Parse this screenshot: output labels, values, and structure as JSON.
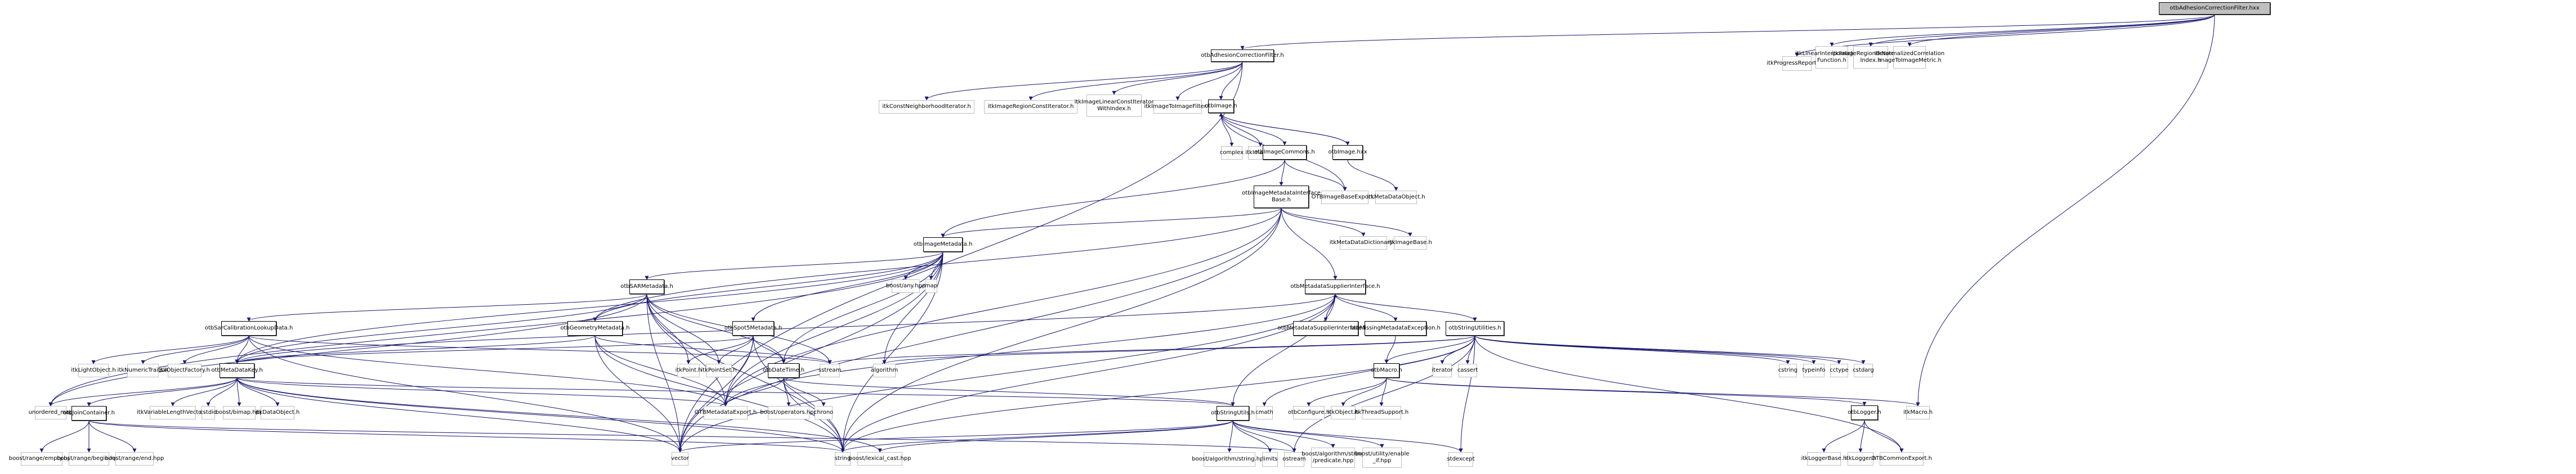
{
  "title": "otbAdhesionCorrectionFilter.hxx include dependency graph",
  "colors": {
    "edge": "#191970",
    "root_fill": "#bfbfbf",
    "internal_border": "#000000",
    "external_border": "#bfbfbf"
  },
  "nodes": [
    {
      "id": "root",
      "label": "otbAdhesionCorrectionFilter.hxx",
      "kind": "root"
    },
    {
      "id": "acf_h",
      "label": "otbAdhesionCorrectionFilter.h",
      "kind": "int"
    },
    {
      "id": "progress",
      "label": "itkProgressReporter.h",
      "kind": "ext"
    },
    {
      "id": "linint",
      "label": "itkLinearInterpolateImage\nFunction.h",
      "kind": "ext"
    },
    {
      "id": "regiter",
      "label": "itkImageRegionIteratorWith\nIndex.h",
      "kind": "ext"
    },
    {
      "id": "normcorr",
      "label": "itkNormalizedCorrelation\nImageToImageMetric.h",
      "kind": "ext"
    },
    {
      "id": "constneigh",
      "label": "itkConstNeighborhoodIterator.h",
      "kind": "ext"
    },
    {
      "id": "regconst",
      "label": "itkImageRegionConstIterator.h",
      "kind": "ext"
    },
    {
      "id": "linconst",
      "label": "itkImageLinearConstIterator\nWithIndex.h",
      "kind": "ext"
    },
    {
      "id": "img2img",
      "label": "itkImageToImageFilter.h",
      "kind": "ext"
    },
    {
      "id": "otbimage",
      "label": "otbImage.h",
      "kind": "int"
    },
    {
      "id": "complex",
      "label": "complex",
      "kind": "ext"
    },
    {
      "id": "itkimage",
      "label": "itkImage.h",
      "kind": "ext"
    },
    {
      "id": "imgcommons",
      "label": "otbImageCommons.h",
      "kind": "int"
    },
    {
      "id": "otbimagehxx",
      "label": "otbImage.hxx",
      "kind": "int"
    },
    {
      "id": "imdib",
      "label": "otbImageMetadataInterface\nBase.h",
      "kind": "int"
    },
    {
      "id": "imgbaseexp",
      "label": "OTBImageBaseExport.h",
      "kind": "ext"
    },
    {
      "id": "mdobject",
      "label": "itkMetaDataObject.h",
      "kind": "ext"
    },
    {
      "id": "mddict",
      "label": "itkMetaDataDictionary.h",
      "kind": "ext"
    },
    {
      "id": "imgbase",
      "label": "itkImageBase.h",
      "kind": "ext"
    },
    {
      "id": "imgmeta",
      "label": "otbImageMetadata.h",
      "kind": "int"
    },
    {
      "id": "boostany",
      "label": "boost/any.hpp",
      "kind": "ext"
    },
    {
      "id": "map",
      "label": "map",
      "kind": "ext"
    },
    {
      "id": "sarmeta",
      "label": "otbSARMetadata.h",
      "kind": "int"
    },
    {
      "id": "mdsupp",
      "label": "otbMetadataSupplierInterface.h",
      "kind": "int"
    },
    {
      "id": "sarcal",
      "label": "otbSarCalibrationLookupData.h",
      "kind": "int"
    },
    {
      "id": "geommeta",
      "label": "otbGeometryMetadata.h",
      "kind": "int"
    },
    {
      "id": "spot5",
      "label": "otbSpot5Metadata.h",
      "kind": "int"
    },
    {
      "id": "mdsupphxx",
      "label": "otbMetadataSupplierInterface.hxx",
      "kind": "int"
    },
    {
      "id": "missing",
      "label": "otbMissingMetadataException.h",
      "kind": "int"
    },
    {
      "id": "strutilities",
      "label": "otbStringUtilities.h",
      "kind": "int"
    },
    {
      "id": "lightobj",
      "label": "itkLightObject.h",
      "kind": "ext"
    },
    {
      "id": "numtraits",
      "label": "itkNumericTraits.h",
      "kind": "ext"
    },
    {
      "id": "objfactory",
      "label": "itkObjectFactory.h",
      "kind": "ext"
    },
    {
      "id": "mdkey",
      "label": "otbMetaDataKey.h",
      "kind": "int"
    },
    {
      "id": "itkpoint",
      "label": "itkPoint.h",
      "kind": "ext"
    },
    {
      "id": "itkpointset",
      "label": "itkPointSet.h",
      "kind": "ext"
    },
    {
      "id": "datetime",
      "label": "otbDateTime.h",
      "kind": "int"
    },
    {
      "id": "sstream",
      "label": "sstream",
      "kind": "ext"
    },
    {
      "id": "algorithm",
      "label": "algorithm",
      "kind": "ext"
    },
    {
      "id": "otbmacro",
      "label": "otbMacro.h",
      "kind": "int"
    },
    {
      "id": "iterator",
      "label": "iterator",
      "kind": "ext"
    },
    {
      "id": "cassert",
      "label": "cassert",
      "kind": "ext"
    },
    {
      "id": "cstring",
      "label": "cstring",
      "kind": "ext"
    },
    {
      "id": "typeinfo",
      "label": "typeinfo",
      "kind": "ext"
    },
    {
      "id": "cctype",
      "label": "cctype",
      "kind": "ext"
    },
    {
      "id": "cstdarg",
      "label": "cstdarg",
      "kind": "ext"
    },
    {
      "id": "unordmap",
      "label": "unordered_map",
      "kind": "ext"
    },
    {
      "id": "joincont",
      "label": "otbJoinContainer.h",
      "kind": "int"
    },
    {
      "id": "varlen",
      "label": "itkVariableLengthVector.h",
      "kind": "ext"
    },
    {
      "id": "cstdio",
      "label": "cstdio",
      "kind": "ext"
    },
    {
      "id": "bimap",
      "label": "boost/bimap.hpp",
      "kind": "ext"
    },
    {
      "id": "dataobj",
      "label": "itkDataObject.h",
      "kind": "ext"
    },
    {
      "id": "mdexport",
      "label": "OTBMetadataExport.h",
      "kind": "ext"
    },
    {
      "id": "boostops",
      "label": "boost/operators.hpp",
      "kind": "ext"
    },
    {
      "id": "chrono",
      "label": "chrono",
      "kind": "ext"
    },
    {
      "id": "strutils",
      "label": "otbStringUtils.h",
      "kind": "int"
    },
    {
      "id": "cmath",
      "label": "cmath",
      "kind": "ext"
    },
    {
      "id": "otbconfig",
      "label": "otbConfigure.h",
      "kind": "ext"
    },
    {
      "id": "itkobject",
      "label": "itkObject.h",
      "kind": "ext"
    },
    {
      "id": "threadsupp",
      "label": "itkThreadSupport.h",
      "kind": "ext"
    },
    {
      "id": "otblogger",
      "label": "otbLogger.h",
      "kind": "int"
    },
    {
      "id": "itkmacro",
      "label": "itkMacro.h",
      "kind": "ext"
    },
    {
      "id": "rangeempty",
      "label": "boost/range/empty.hpp",
      "kind": "ext"
    },
    {
      "id": "rangebegin",
      "label": "boost/range/begin.hpp",
      "kind": "ext"
    },
    {
      "id": "rangeend",
      "label": "boost/range/end.hpp",
      "kind": "ext"
    },
    {
      "id": "vector",
      "label": "vector",
      "kind": "ext"
    },
    {
      "id": "string",
      "label": "string",
      "kind": "ext"
    },
    {
      "id": "lexcast",
      "label": "boost/lexical_cast.hpp",
      "kind": "ext"
    },
    {
      "id": "algstring",
      "label": "boost/algorithm/string.hpp",
      "kind": "ext"
    },
    {
      "id": "limits",
      "label": "limits",
      "kind": "ext"
    },
    {
      "id": "ostream",
      "label": "ostream",
      "kind": "ext"
    },
    {
      "id": "predicate",
      "label": "boost/algorithm/string\n/predicate.hpp",
      "kind": "ext"
    },
    {
      "id": "enableif",
      "label": "boost/utility/enable\n_if.hpp",
      "kind": "ext"
    },
    {
      "id": "stdexcept",
      "label": "stdexcept",
      "kind": "ext"
    },
    {
      "id": "loggerbase",
      "label": "itkLoggerBase.h",
      "kind": "ext"
    },
    {
      "id": "itklogger",
      "label": "itkLogger.h",
      "kind": "ext"
    },
    {
      "id": "commonexp",
      "label": "OTBCommonExport.h",
      "kind": "ext"
    }
  ],
  "edges": [
    [
      "root",
      "acf_h"
    ],
    [
      "root",
      "progress"
    ],
    [
      "root",
      "linint"
    ],
    [
      "root",
      "regiter"
    ],
    [
      "root",
      "normcorr"
    ],
    [
      "root",
      "itkmacro"
    ],
    [
      "acf_h",
      "constneigh"
    ],
    [
      "acf_h",
      "regconst"
    ],
    [
      "acf_h",
      "linconst"
    ],
    [
      "acf_h",
      "img2img"
    ],
    [
      "acf_h",
      "otbimage"
    ],
    [
      "acf_h",
      "vector"
    ],
    [
      "otbimage",
      "complex"
    ],
    [
      "otbimage",
      "itkimage"
    ],
    [
      "otbimage",
      "imgcommons"
    ],
    [
      "otbimage",
      "otbimagehxx"
    ],
    [
      "otbimage",
      "imgbaseexp"
    ],
    [
      "otbimagehxx",
      "otbimage"
    ],
    [
      "otbimagehxx",
      "mdobject"
    ],
    [
      "imgcommons",
      "imdib"
    ],
    [
      "imgcommons",
      "imgbaseexp"
    ],
    [
      "imgcommons",
      "imgmeta"
    ],
    [
      "imdib",
      "imgmeta"
    ],
    [
      "imdib",
      "mddict"
    ],
    [
      "imdib",
      "imgbase"
    ],
    [
      "imdib",
      "mdsupp"
    ],
    [
      "imdib",
      "string"
    ],
    [
      "imdib",
      "vector"
    ],
    [
      "imdib",
      "geommeta"
    ],
    [
      "imdib",
      "mdexport"
    ],
    [
      "imgmeta",
      "sarmeta"
    ],
    [
      "imgmeta",
      "boostany"
    ],
    [
      "imgmeta",
      "map"
    ],
    [
      "imgmeta",
      "geommeta"
    ],
    [
      "imgmeta",
      "spot5"
    ],
    [
      "imgmeta",
      "mdkey"
    ],
    [
      "imgmeta",
      "unordmap"
    ],
    [
      "imgmeta",
      "string"
    ],
    [
      "imgmeta",
      "vector"
    ],
    [
      "imgmeta",
      "mdexport"
    ],
    [
      "imgmeta",
      "datetime"
    ],
    [
      "imgmeta",
      "algorithm"
    ],
    [
      "sarmeta",
      "sarcal"
    ],
    [
      "sarmeta",
      "mdkey"
    ],
    [
      "sarmeta",
      "itkpoint"
    ],
    [
      "sarmeta",
      "itkpointset"
    ],
    [
      "sarmeta",
      "datetime"
    ],
    [
      "sarmeta",
      "sstream"
    ],
    [
      "sarmeta",
      "mdexport"
    ],
    [
      "sarmeta",
      "string"
    ],
    [
      "sarmeta",
      "vector"
    ],
    [
      "sarmeta",
      "unordmap"
    ],
    [
      "sarcal",
      "lightobj"
    ],
    [
      "sarcal",
      "numtraits"
    ],
    [
      "sarcal",
      "objfactory"
    ],
    [
      "sarcal",
      "mdkey"
    ],
    [
      "sarcal",
      "mdexport"
    ],
    [
      "sarcal",
      "sstream"
    ],
    [
      "sarcal",
      "vector"
    ],
    [
      "geommeta",
      "mdkey"
    ],
    [
      "geommeta",
      "mdexport"
    ],
    [
      "geommeta",
      "vector"
    ],
    [
      "geommeta",
      "string"
    ],
    [
      "geommeta",
      "sstream"
    ],
    [
      "spot5",
      "itkpoint"
    ],
    [
      "spot5",
      "itkpointset"
    ],
    [
      "spot5",
      "datetime"
    ],
    [
      "spot5",
      "mdexport"
    ],
    [
      "spot5",
      "string"
    ],
    [
      "spot5",
      "vector"
    ],
    [
      "spot5",
      "mdkey"
    ],
    [
      "mdsupp",
      "mdsupphxx"
    ],
    [
      "mdsupphxx",
      "mdsupp"
    ],
    [
      "mdsupp",
      "missing"
    ],
    [
      "mdsupp",
      "strutilities"
    ],
    [
      "mdsupp",
      "mdexport"
    ],
    [
      "mdsupp",
      "strutils"
    ],
    [
      "mdsupp",
      "string"
    ],
    [
      "mdsupp",
      "vector"
    ],
    [
      "mdsupp",
      "mdkey"
    ],
    [
      "missing",
      "otbmacro"
    ],
    [
      "strutilities",
      "otbmacro"
    ],
    [
      "strutilities",
      "iterator"
    ],
    [
      "strutilities",
      "cassert"
    ],
    [
      "strutilities",
      "cstring"
    ],
    [
      "strutilities",
      "typeinfo"
    ],
    [
      "strutilities",
      "cctype"
    ],
    [
      "strutilities",
      "cstdarg"
    ],
    [
      "strutilities",
      "algorithm"
    ],
    [
      "strutilities",
      "sstream"
    ],
    [
      "strutilities",
      "cmath"
    ],
    [
      "strutilities",
      "stdexcept"
    ],
    [
      "strutilities",
      "ostream"
    ],
    [
      "strutilities",
      "commonexp"
    ],
    [
      "strutilities",
      "string"
    ],
    [
      "mdkey",
      "unordmap"
    ],
    [
      "mdkey",
      "joincont"
    ],
    [
      "mdkey",
      "varlen"
    ],
    [
      "mdkey",
      "cstdio"
    ],
    [
      "mdkey",
      "bimap"
    ],
    [
      "mdkey",
      "dataobj"
    ],
    [
      "mdkey",
      "mdexport"
    ],
    [
      "mdkey",
      "string"
    ],
    [
      "mdkey",
      "vector"
    ],
    [
      "mdkey",
      "strutils"
    ],
    [
      "mdkey",
      "lexcast"
    ],
    [
      "datetime",
      "mdexport"
    ],
    [
      "datetime",
      "boostops"
    ],
    [
      "datetime",
      "chrono"
    ],
    [
      "datetime",
      "string"
    ],
    [
      "datetime",
      "strutils"
    ],
    [
      "otbmacro",
      "otbconfig"
    ],
    [
      "otbmacro",
      "itkobject"
    ],
    [
      "otbmacro",
      "threadsupp"
    ],
    [
      "otbmacro",
      "otblogger"
    ],
    [
      "otbmacro",
      "itkmacro"
    ],
    [
      "otblogger",
      "loggerbase"
    ],
    [
      "otblogger",
      "itklogger"
    ],
    [
      "otblogger",
      "commonexp"
    ],
    [
      "joincont",
      "rangeempty"
    ],
    [
      "joincont",
      "rangebegin"
    ],
    [
      "joincont",
      "rangeend"
    ],
    [
      "joincont",
      "string"
    ],
    [
      "joincont",
      "ostream"
    ],
    [
      "strutils",
      "lexcast"
    ],
    [
      "strutils",
      "algstring"
    ],
    [
      "strutils",
      "limits"
    ],
    [
      "strutils",
      "ostream"
    ],
    [
      "strutils",
      "predicate"
    ],
    [
      "strutils",
      "enableif"
    ],
    [
      "strutils",
      "stdexcept"
    ],
    [
      "strutils",
      "vector"
    ],
    [
      "strutils",
      "string"
    ]
  ]
}
